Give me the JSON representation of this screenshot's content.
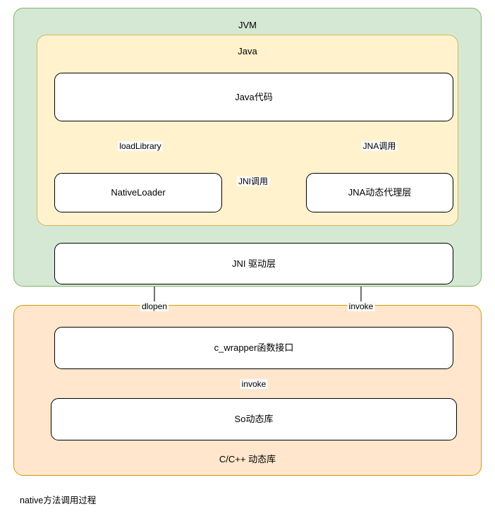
{
  "diagram": {
    "caption": "native方法调用过程",
    "containers": [
      {
        "id": "jvm",
        "label": "JVM",
        "fill": "#d5e8d4",
        "stroke": "#82b366",
        "label_position": "top"
      },
      {
        "id": "java",
        "label": "Java",
        "fill": "#fff2cc",
        "stroke": "#d6b656",
        "label_position": "top"
      },
      {
        "id": "cpp",
        "label": "C/C++ 动态库",
        "fill": "#ffe6cc",
        "stroke": "#d79b00",
        "label_position": "bottom"
      }
    ],
    "nodes": [
      {
        "id": "java_code",
        "label": "Java代码"
      },
      {
        "id": "native_loader",
        "label": "NativeLoader"
      },
      {
        "id": "jna_proxy",
        "label": "JNA动态代理层"
      },
      {
        "id": "jni_driver",
        "label": "JNI 驱动层"
      },
      {
        "id": "c_wrapper",
        "label": "c_wrapper函数接口"
      },
      {
        "id": "so_lib",
        "label": "So动态库"
      }
    ],
    "edges": [
      {
        "id": "e1",
        "from": "java_code",
        "to": "native_loader",
        "label": "loadLibrary"
      },
      {
        "id": "e2",
        "from": "java_code",
        "to": "jni_driver",
        "label": "JNI调用"
      },
      {
        "id": "e3",
        "from": "java_code",
        "to": "jna_proxy",
        "label": "JNA调用"
      },
      {
        "id": "e4",
        "from": "native_loader",
        "to": "jni_driver",
        "label": ""
      },
      {
        "id": "e5",
        "from": "jna_proxy",
        "to": "jni_driver",
        "label": ""
      },
      {
        "id": "e6",
        "from": "jni_driver",
        "to": "c_wrapper",
        "label": "dlopen"
      },
      {
        "id": "e7",
        "from": "jni_driver",
        "to": "c_wrapper",
        "label": "invoke"
      },
      {
        "id": "e8",
        "from": "c_wrapper",
        "to": "so_lib",
        "label": "invoke"
      }
    ]
  }
}
